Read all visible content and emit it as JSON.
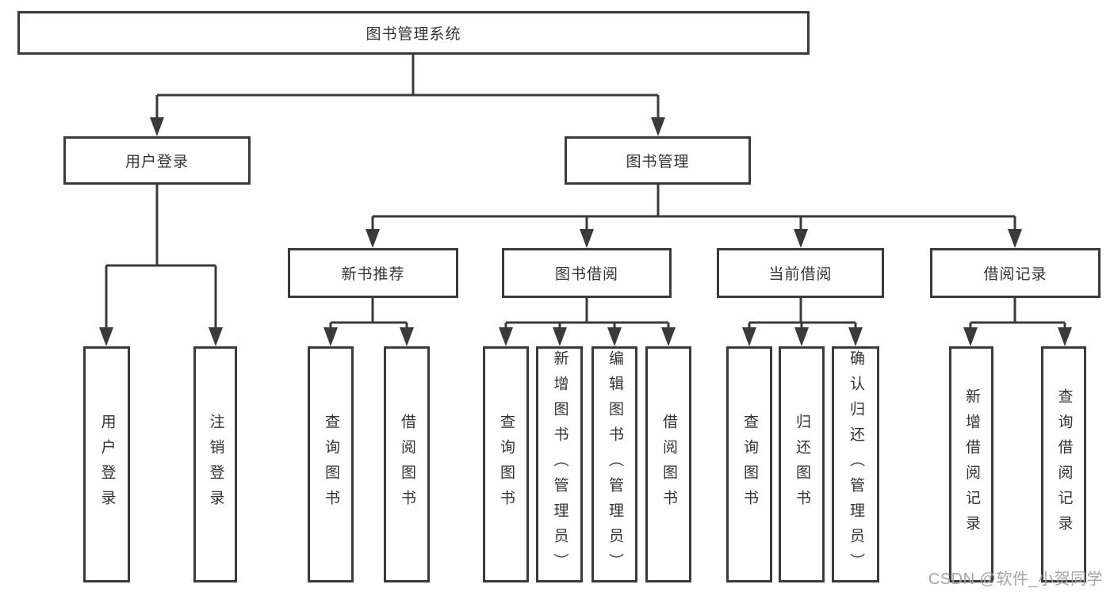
{
  "diagram": {
    "root": {
      "label": "图书管理系统"
    },
    "level2": [
      {
        "label": "用户登录"
      },
      {
        "label": "图书管理"
      }
    ],
    "level3": [
      {
        "label": "新书推荐"
      },
      {
        "label": "图书借阅"
      },
      {
        "label": "当前借阅"
      },
      {
        "label": "借阅记录"
      }
    ],
    "leaves": [
      {
        "label": "用户登录"
      },
      {
        "label": "注销登录"
      },
      {
        "label": "查询图书"
      },
      {
        "label": "借阅图书"
      },
      {
        "label": "查询图书"
      },
      {
        "label": "新增图书（管理员）"
      },
      {
        "label": "编辑图书（管理员）"
      },
      {
        "label": "借阅图书"
      },
      {
        "label": "查询图书"
      },
      {
        "label": "归还图书"
      },
      {
        "label": "确认归还（管理员）"
      },
      {
        "label": "新增借阅记录"
      },
      {
        "label": "查询借阅记录"
      }
    ],
    "watermark": "CSDN @软件_小贺同学",
    "colors": {
      "line": "#3a3a3a",
      "text": "#333333",
      "background": "#ffffff",
      "watermark": "#a3a3ab"
    }
  }
}
